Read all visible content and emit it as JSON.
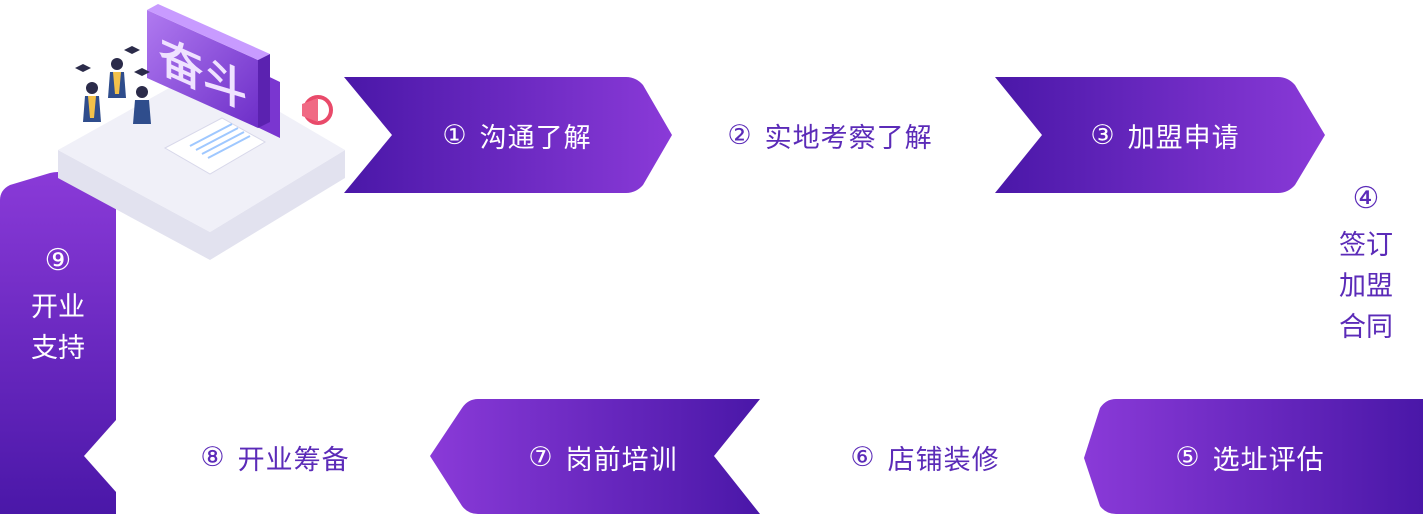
{
  "steps": [
    {
      "num": "①",
      "label": "沟通了解"
    },
    {
      "num": "②",
      "label": "实地考察了解"
    },
    {
      "num": "③",
      "label": "加盟申请"
    },
    {
      "num": "④",
      "lines": [
        "签订",
        "加盟",
        "合同"
      ]
    },
    {
      "num": "⑤",
      "label": "选址评估"
    },
    {
      "num": "⑥",
      "label": "店铺装修"
    },
    {
      "num": "⑦",
      "label": "岗前培训"
    },
    {
      "num": "⑧",
      "label": "开业筹备"
    },
    {
      "num": "⑨",
      "lines": [
        "开业",
        "支持"
      ]
    }
  ],
  "illustration": {
    "sign_text": "奋斗"
  },
  "colors": {
    "purple_dark": "#4a17a8",
    "purple_light": "#8a3ad8",
    "text_dark": "#5b2bb8",
    "platform": "#eeeef6"
  }
}
